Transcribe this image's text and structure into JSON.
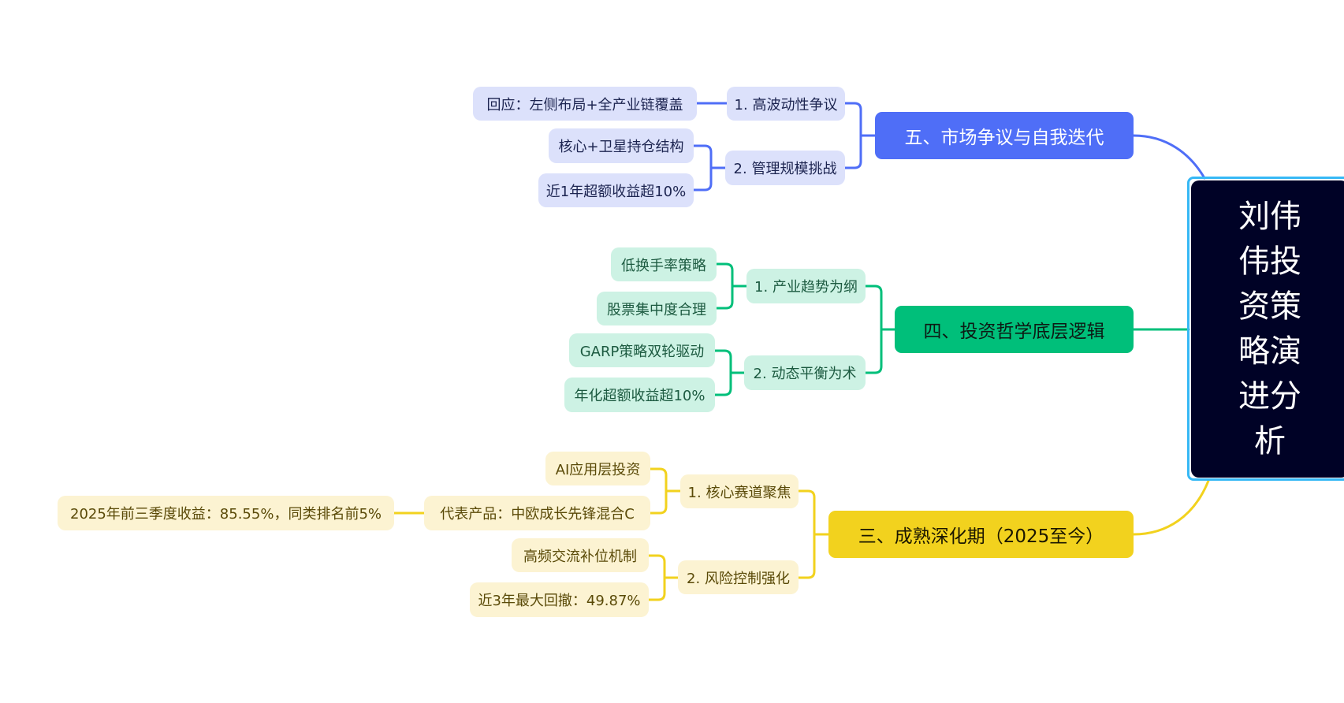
{
  "root": {
    "title": "刘伟伟投资策略演进分析"
  },
  "colors": {
    "blue": "#4f6ef7",
    "green": "#00bf7a",
    "yellow": "#f2d21e",
    "root_bg": "#000226",
    "root_border": "#36b8f5"
  },
  "branches": [
    {
      "label": "五、市场争议与自我迭代",
      "subs": [
        {
          "label": "1. 高波动性争议",
          "leaves": [
            "回应：左侧布局+全产业链覆盖"
          ]
        },
        {
          "label": "2. 管理规模挑战",
          "leaves": [
            "核心+卫星持仓结构",
            "近1年超额收益超10%"
          ]
        }
      ]
    },
    {
      "label": "四、投资哲学底层逻辑",
      "subs": [
        {
          "label": "1. 产业趋势为纲",
          "leaves": [
            "低换手率策略",
            "股票集中度合理"
          ]
        },
        {
          "label": "2. 动态平衡为术",
          "leaves": [
            "GARP策略双轮驱动",
            "年化超额收益超10%"
          ]
        }
      ]
    },
    {
      "label": "三、成熟深化期（2025至今）",
      "subs": [
        {
          "label": "1. 核心赛道聚焦",
          "leaves": [
            "AI应用层投资",
            "代表产品：中欧成长先锋混合C"
          ],
          "sub_leaf": "2025年前三季度收益：85.55%，同类排名前5%"
        },
        {
          "label": "2. 风险控制强化",
          "leaves": [
            "高频交流补位机制",
            "近3年最大回撤：49.87%"
          ]
        }
      ]
    }
  ]
}
